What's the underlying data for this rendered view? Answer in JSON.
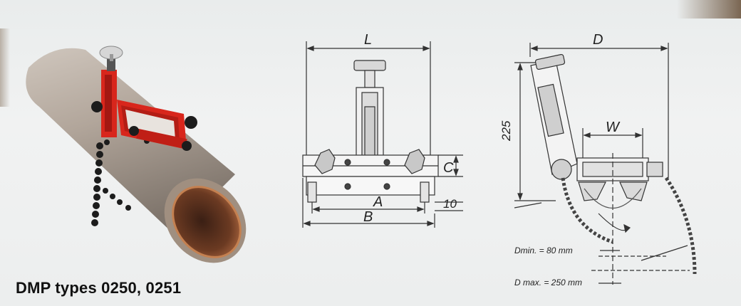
{
  "caption": "DMP types 0250, 0251",
  "front_view": {
    "dim_L": "L",
    "dim_A": "A",
    "dim_B": "B",
    "dim_C": "C",
    "dim_10": "10"
  },
  "side_view": {
    "dim_D": "D",
    "dim_225": "225",
    "dim_W": "W",
    "dmin_label": "Dmin. = 80 mm",
    "dmax_label": "D max. = 250 mm"
  },
  "colors": {
    "device_red": "#d8261c",
    "pipe": "#b3a79c",
    "pipe_inner": "#8a4a2c",
    "chain": "#1c1c1c",
    "line": "#333333"
  }
}
